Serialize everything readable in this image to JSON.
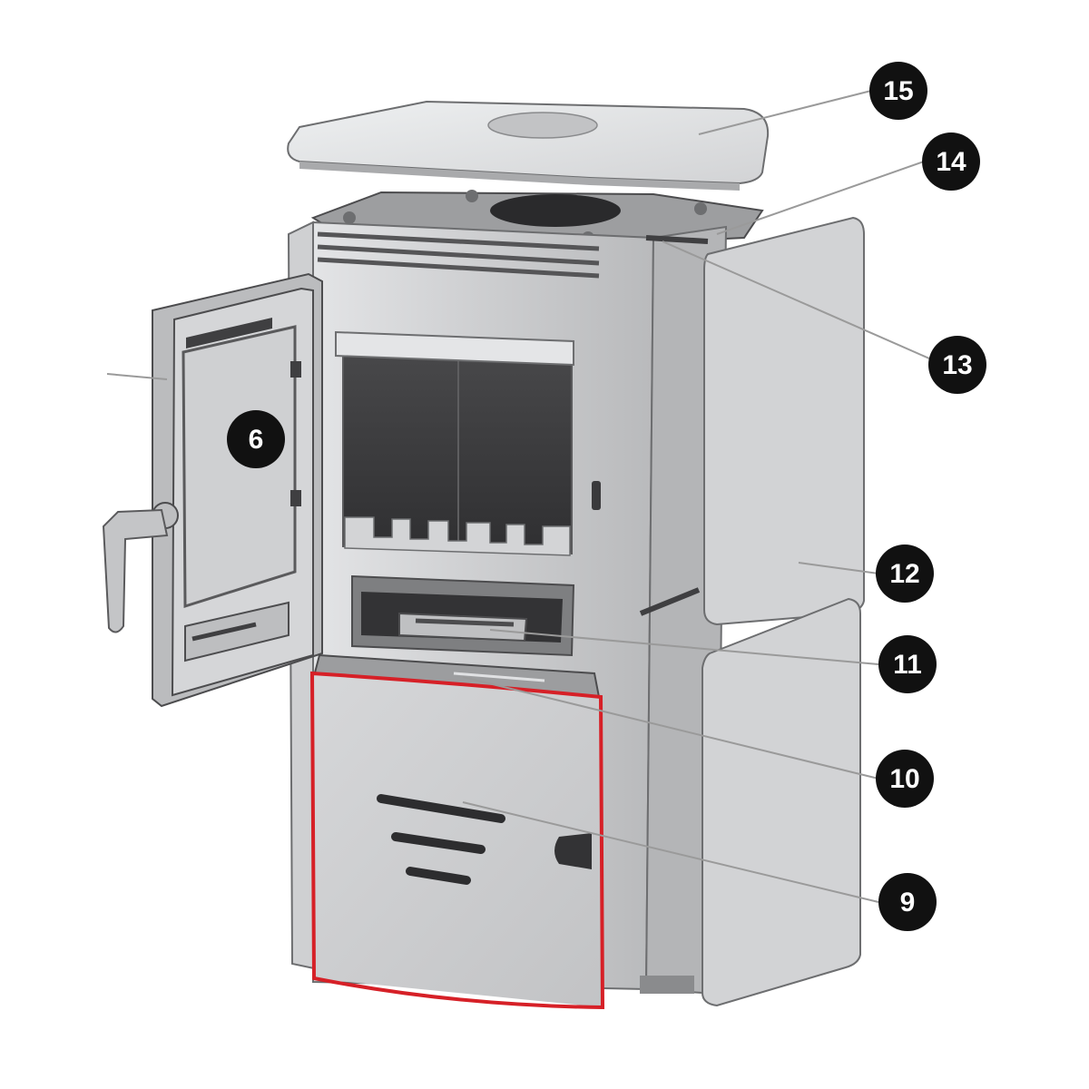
{
  "diagram": {
    "callouts": [
      {
        "id": "c15",
        "label": "15"
      },
      {
        "id": "c14",
        "label": "14"
      },
      {
        "id": "c13",
        "label": "13"
      },
      {
        "id": "c12",
        "label": "12"
      },
      {
        "id": "c11",
        "label": "11"
      },
      {
        "id": "c10",
        "label": "10"
      },
      {
        "id": "c9",
        "label": "9"
      },
      {
        "id": "c6",
        "label": "6"
      }
    ],
    "highlighted_part": "9",
    "colors": {
      "callout_fill": "#111111",
      "callout_text": "#ffffff",
      "highlight": "#d62027",
      "body": "#c9cacc",
      "body_dark": "#3f3f41",
      "leader": "#9a9a9a"
    }
  }
}
